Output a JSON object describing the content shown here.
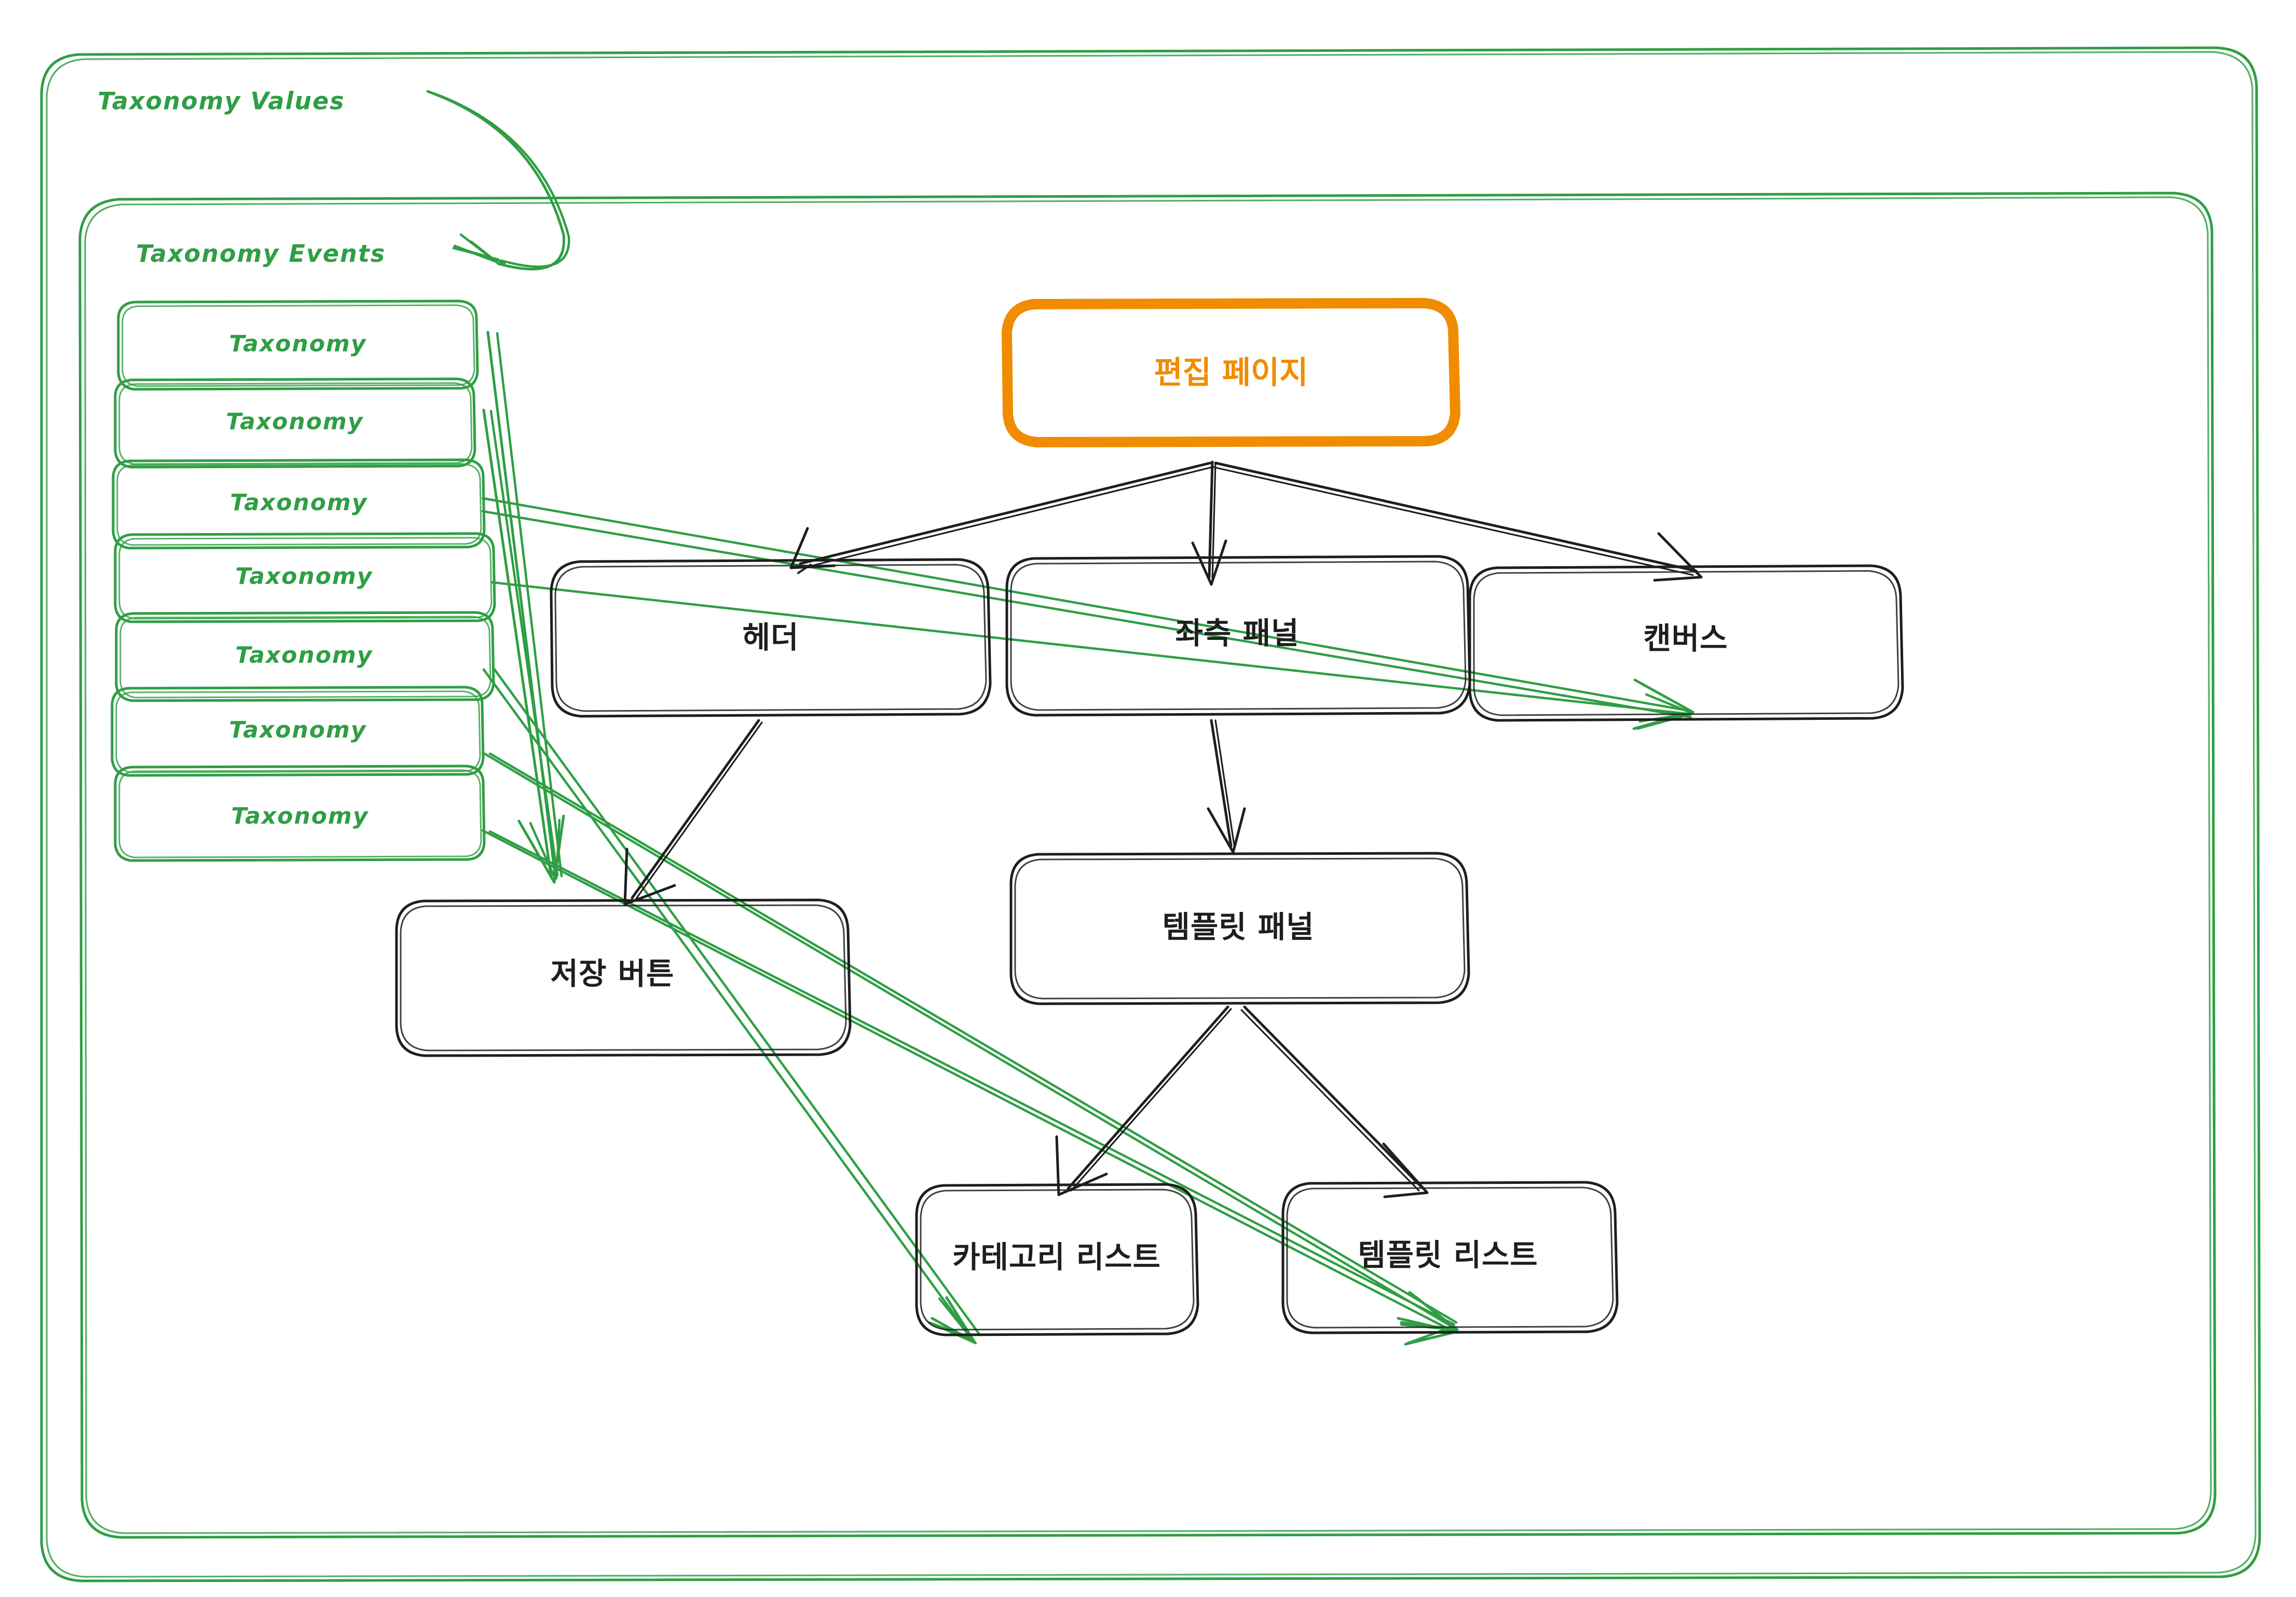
{
  "diagram": {
    "title": "Taxonomy Values / Taxonomy Events flow diagram",
    "colors": {
      "green": "#2f9e44",
      "orange": "#f08c00",
      "black": "#1e1e1e",
      "background": "#ffffff"
    },
    "containers": [
      {
        "id": "taxonomy-values",
        "label": "Taxonomy Values",
        "color": "#2f9e44"
      },
      {
        "id": "taxonomy-events",
        "label": "Taxonomy Events",
        "color": "#2f9e44"
      }
    ],
    "taxonomy_list": {
      "count": 7,
      "items": [
        {
          "label": "Taxonomy"
        },
        {
          "label": "Taxonomy"
        },
        {
          "label": "Taxonomy"
        },
        {
          "label": "Taxonomy"
        },
        {
          "label": "Taxonomy"
        },
        {
          "label": "Taxonomy"
        },
        {
          "label": "Taxonomy"
        }
      ]
    },
    "nodes": [
      {
        "id": "edit-page",
        "label": "편집 페이지",
        "color": "#f08c00",
        "emphasis": "root"
      },
      {
        "id": "header",
        "label": "헤더",
        "color": "#1e1e1e",
        "emphasis": "normal"
      },
      {
        "id": "left-panel",
        "label": "좌측 패널",
        "color": "#1e1e1e",
        "emphasis": "normal"
      },
      {
        "id": "canvas",
        "label": "캔버스",
        "color": "#1e1e1e",
        "emphasis": "normal"
      },
      {
        "id": "save-button",
        "label": "저장 버튼",
        "color": "#1e1e1e",
        "emphasis": "normal"
      },
      {
        "id": "template-panel",
        "label": "템플릿 패널",
        "color": "#1e1e1e",
        "emphasis": "normal"
      },
      {
        "id": "category-list",
        "label": "카테고리 리스트",
        "color": "#1e1e1e",
        "emphasis": "normal"
      },
      {
        "id": "template-list",
        "label": "템플릿 리스트",
        "color": "#1e1e1e",
        "emphasis": "normal"
      }
    ],
    "edges": [
      {
        "from": "edit-page",
        "to": "header",
        "color": "#1e1e1e"
      },
      {
        "from": "edit-page",
        "to": "left-panel",
        "color": "#1e1e1e"
      },
      {
        "from": "edit-page",
        "to": "canvas",
        "color": "#1e1e1e"
      },
      {
        "from": "header",
        "to": "save-button",
        "color": "#1e1e1e"
      },
      {
        "from": "left-panel",
        "to": "template-panel",
        "color": "#1e1e1e"
      },
      {
        "from": "template-panel",
        "to": "category-list",
        "color": "#1e1e1e"
      },
      {
        "from": "template-panel",
        "to": "template-list",
        "color": "#1e1e1e"
      },
      {
        "from": "taxonomy-values",
        "to": "taxonomy-events",
        "color": "#2f9e44"
      },
      {
        "from": "taxonomy-list",
        "to": "save-button",
        "color": "#2f9e44"
      },
      {
        "from": "taxonomy-list",
        "to": "canvas",
        "color": "#2f9e44"
      },
      {
        "from": "taxonomy-list",
        "to": "category-list",
        "color": "#2f9e44"
      },
      {
        "from": "taxonomy-list",
        "to": "template-list",
        "color": "#2f9e44"
      }
    ]
  }
}
